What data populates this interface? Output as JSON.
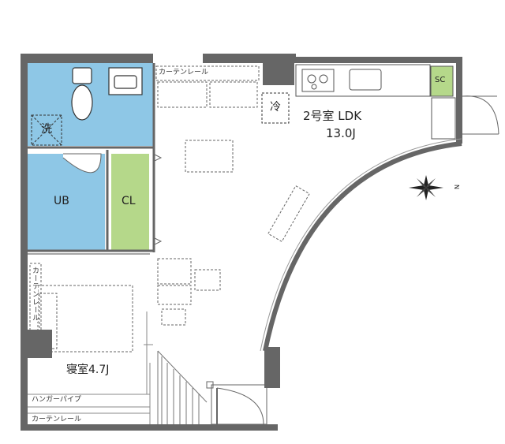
{
  "plan": {
    "ldk": {
      "name": "2号室 LDK",
      "size": "13.0J"
    },
    "bedroom": {
      "label": "寝室4.7J"
    },
    "bath": {
      "label": "UB"
    },
    "closet": {
      "label": "CL"
    },
    "washer": {
      "label": "洗"
    },
    "fridge": {
      "label": "冷"
    },
    "shoe_cabinet": {
      "label": "SC"
    },
    "curtain_rail_label": "カーテンレール",
    "hanger_pipe_label": "ハンガーパイプ",
    "compass": {
      "label": "N",
      "icon": "compass-rose-icon"
    },
    "colors": {
      "wet_area": "#8ec7e6",
      "closet": "#b5d88a",
      "wall": "#666666"
    }
  }
}
